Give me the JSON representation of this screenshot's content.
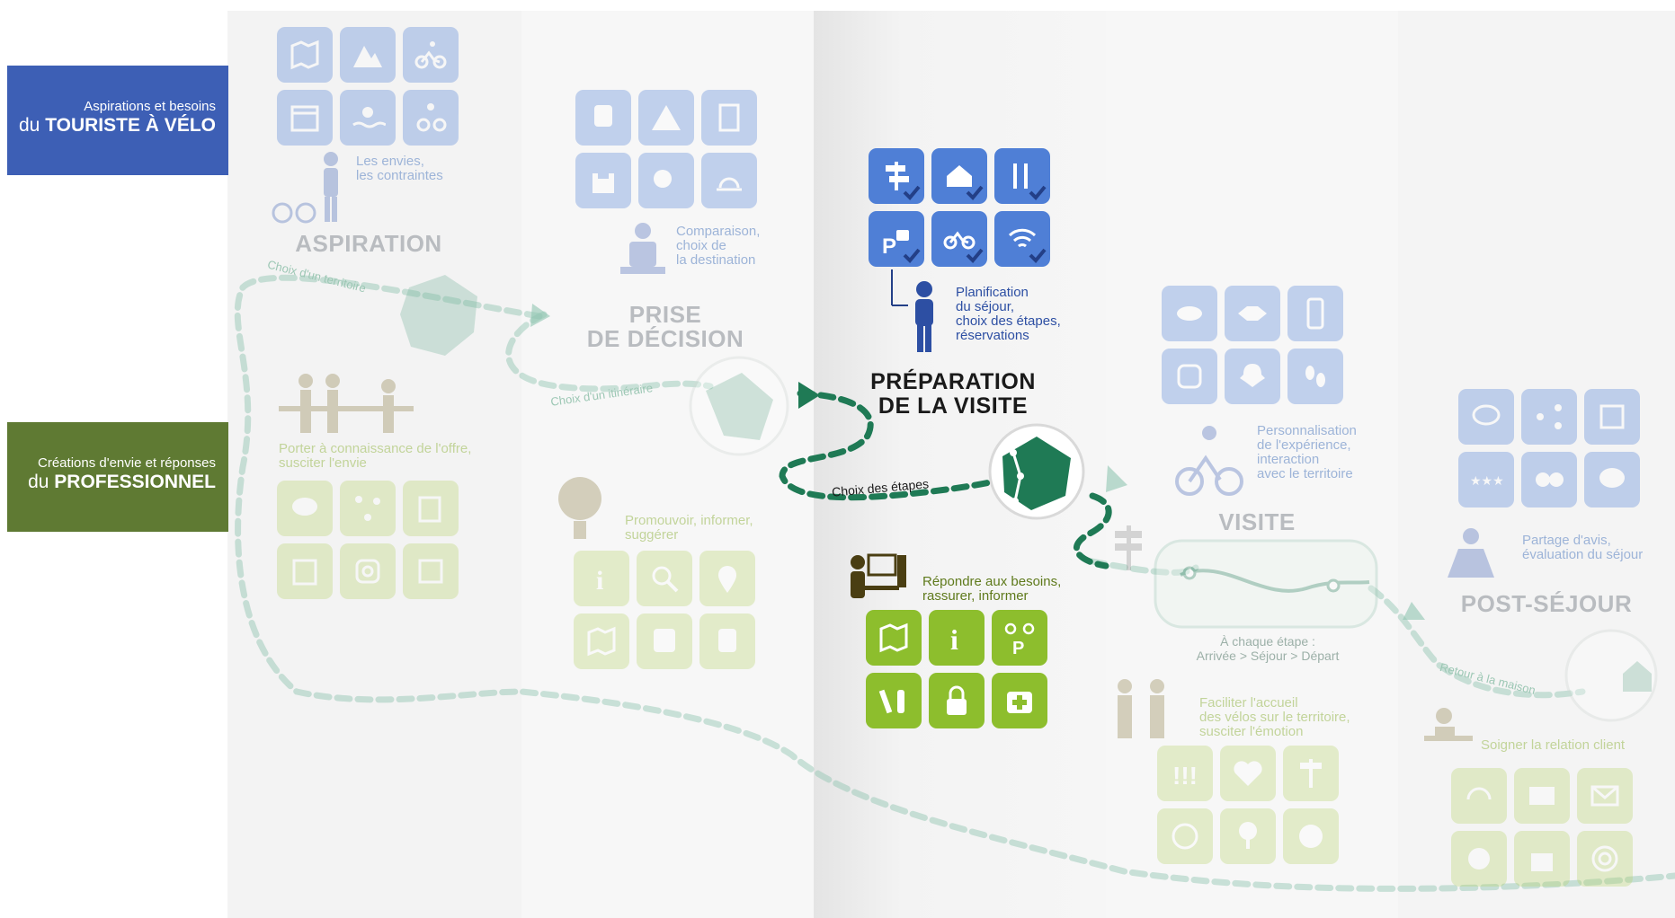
{
  "sidebar": {
    "tourist": {
      "line1": "Aspirations et besoins",
      "line2_prefix": "du ",
      "line2_bold": "TOURISTE À VÉLO"
    },
    "pro": {
      "line1": "Créations d'envie et réponses",
      "line2_prefix": "du ",
      "line2_bold": "PROFESSIONNEL"
    }
  },
  "stages": {
    "aspiration": {
      "title": "ASPIRATION",
      "tourist_caption": [
        "Les envies,",
        "les contraintes"
      ],
      "path_label": "Choix d'un territoire",
      "pro_caption": [
        "Porter à connaissance de l'offre,",
        "susciter l'envie"
      ]
    },
    "decision": {
      "title": [
        "PRISE",
        "DE DÉCISION"
      ],
      "tourist_caption": [
        "Comparaison,",
        "choix de",
        "la destination"
      ],
      "path_label": "Choix d'un itinéraire",
      "pro_caption": [
        "Promouvoir, informer,",
        "suggérer"
      ]
    },
    "preparation": {
      "title": [
        "PRÉPARATION",
        "DE LA VISITE"
      ],
      "tourist_caption": [
        "Planification",
        "du séjour,",
        "choix des étapes,",
        "réservations"
      ],
      "path_label": "Choix des étapes",
      "pro_caption": [
        "Répondre aux besoins,",
        "rassurer, informer"
      ]
    },
    "visite": {
      "title": "VISITE",
      "tourist_caption": [
        "Personnalisation",
        "de l'expérience,",
        "interaction",
        "avec le territoire"
      ],
      "route_caption": [
        "À chaque étape :",
        "Arrivée > Séjour > Départ"
      ],
      "pro_caption": [
        "Faciliter l'accueil",
        "des vélos sur le territoire,",
        "susciter l'émotion"
      ]
    },
    "post": {
      "title": "POST-SÉJOUR",
      "tourist_caption": [
        "Partage d'avis,",
        "évaluation du séjour"
      ],
      "path_label": "Retour à la maison",
      "pro_caption": [
        "Soigner la relation client"
      ]
    }
  },
  "colors": {
    "tourist_blue": "#3d5fb5",
    "tile_blue": "#4f7fd6",
    "pro_green": "#5f7a33",
    "tile_green": "#8dbe2d",
    "path_green": "#1f7a55",
    "faded_text": "#9db4d8",
    "faded_green_text": "#c2d49a"
  }
}
